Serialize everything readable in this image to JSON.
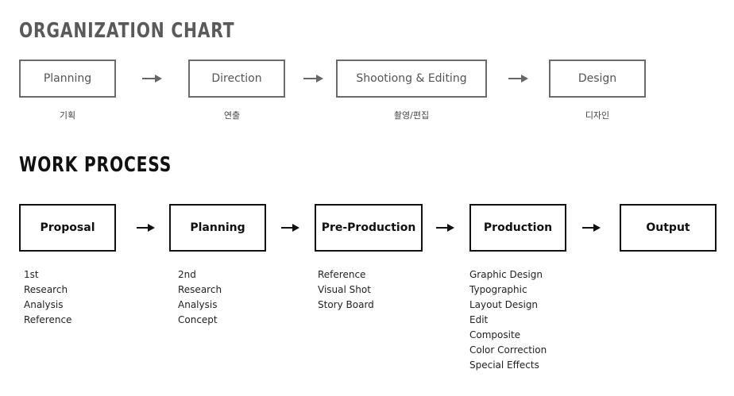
{
  "org_chart": {
    "title": "ORGANIZATION CHART",
    "steps": [
      {
        "label": "Planning",
        "sub": "기획"
      },
      {
        "label": "Direction",
        "sub": "연출"
      },
      {
        "label": "Shootiong & Editing",
        "sub": "촬영/편집"
      },
      {
        "label": "Design",
        "sub": "디자인"
      }
    ]
  },
  "work_process": {
    "title": "WORK PROCESS",
    "steps": [
      {
        "label": "Proposal",
        "items": [
          "1st",
          "Research",
          "Analysis",
          "Reference"
        ]
      },
      {
        "label": "Planning",
        "items": [
          "2nd",
          "Research",
          "Analysis",
          "Concept"
        ]
      },
      {
        "label": "Pre-Production",
        "items": [
          "Reference",
          "Visual Shot",
          "Story Board"
        ]
      },
      {
        "label": "Production",
        "items": [
          "Graphic Design",
          "Typographic",
          "Layout Design",
          "Edit",
          "Composite",
          "Color Correction",
          "Special Effects"
        ]
      },
      {
        "label": "Output",
        "items": []
      }
    ]
  }
}
